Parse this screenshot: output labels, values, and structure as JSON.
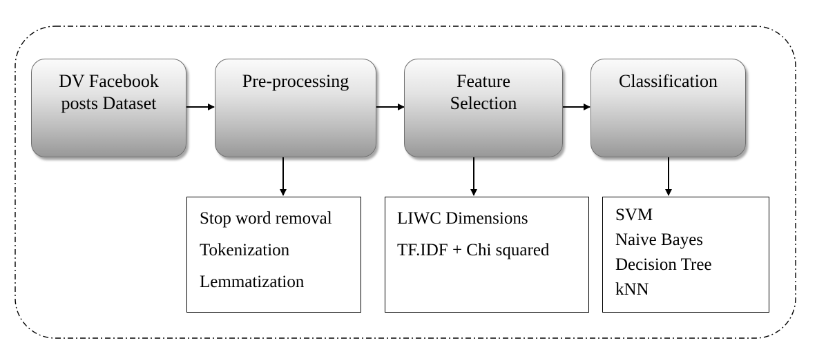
{
  "diagram": {
    "stages": [
      {
        "id": "dataset",
        "title": "DV Facebook\nposts Dataset"
      },
      {
        "id": "preprocessing",
        "title": "Pre-processing"
      },
      {
        "id": "feature-selection",
        "title": "Feature\nSelection"
      },
      {
        "id": "classification",
        "title": "Classification"
      }
    ],
    "details": {
      "preprocessing": [
        "Stop word removal",
        "Tokenization",
        "Lemmatization"
      ],
      "feature_selection": [
        "LIWC Dimensions",
        "TF.IDF + Chi squared"
      ],
      "classification": [
        "SVM",
        "Naive Bayes",
        "Decision Tree",
        "kNN"
      ]
    },
    "colors": {
      "stage_border": "#6e6e6e",
      "stage_gradient_top": "#fbfbfb",
      "stage_gradient_bottom": "#989898",
      "outline": "#000000"
    }
  }
}
